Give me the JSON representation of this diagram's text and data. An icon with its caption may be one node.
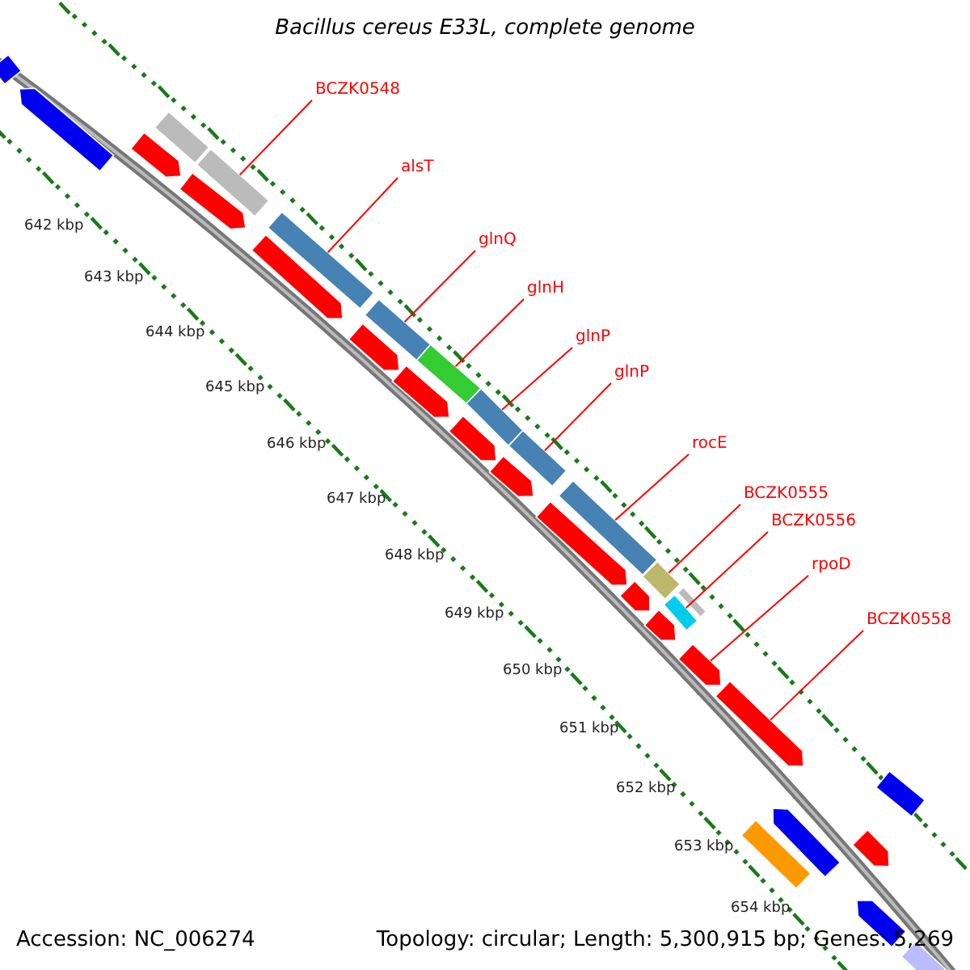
{
  "diagram": {
    "title": "Bacillus cereus E33L, complete genome",
    "nodes": [
      {
        "text": [
          "BCZK0548"
        ]
      },
      {
        "text": [
          "alsT"
        ]
      },
      {
        "text": [
          "glnQ"
        ]
      },
      {
        "text": [
          "glnH"
        ]
      },
      {
        "text": [
          "glnP"
        ]
      },
      {
        "text": [
          "glnP"
        ]
      },
      {
        "text": [
          "rocE"
        ]
      },
      {
        "text": [
          "BCZK0555"
        ]
      },
      {
        "text": [
          "BCZK0556"
        ]
      },
      {
        "text": [
          "rpoD"
        ]
      },
      {
        "text": [
          "BCZK0558"
        ]
      },
      {
        "text": [],
        "shape": "bar"
      },
      {
        "text": [],
        "shape": "bar"
      },
      {
        "text": [],
        "shape": "bar"
      },
      {
        "text": [],
        "shape": "bar"
      },
      {
        "text": [],
        "shape": "bar"
      },
      {
        "text": [],
        "shape": "bar"
      },
      {
        "text": [],
        "shape": "bar"
      },
      {
        "text": [],
        "shape": "bar"
      },
      {
        "text": [],
        "shape": "bar"
      },
      {
        "text": [],
        "shape": "bar"
      },
      {
        "text": [],
        "shape": "bar"
      },
      {
        "text": [],
        "shape": "bar"
      },
      {
        "text": [],
        "shape": "bar"
      },
      {
        "text": [],
        "shape": "bar"
      },
      {
        "text": [],
        "shape": "bar"
      },
      {
        "text": [],
        "shape": "bar"
      },
      {
        "text": [],
        "shape": "bar"
      },
      {
        "text": [],
        "shape": "bar"
      },
      {
        "text": [],
        "shape": "bar"
      },
      {
        "text": [],
        "shape": "bar"
      },
      {
        "text": [],
        "shape": "bar"
      },
      {
        "text": [],
        "shape": "bar"
      },
      {
        "text": [],
        "shape": "bar"
      },
      {
        "text": [],
        "shape": "bar"
      },
      {
        "text": [],
        "shape": "bar"
      },
      {
        "text": [],
        "shape": "bar"
      },
      {
        "text": [],
        "shape": "bar"
      },
      {
        "text": [],
        "shape": "bar"
      },
      {
        "text": [],
        "shape": "bar"
      },
      {
        "text": [],
        "shape": "bar"
      },
      {
        "text": [],
        "shape": "bar"
      }
    ],
    "edges": [
      {
        "from": 0,
        "to": 15,
        "arrow": "none"
      },
      {
        "from": 1,
        "to": 17,
        "arrow": "none"
      },
      {
        "from": 2,
        "to": 19,
        "arrow": "none"
      },
      {
        "from": 3,
        "to": 21,
        "arrow": "none"
      },
      {
        "from": 4,
        "to": 23,
        "arrow": "none"
      },
      {
        "from": 5,
        "to": 25,
        "arrow": "none"
      },
      {
        "from": 6,
        "to": 27,
        "arrow": "none"
      },
      {
        "from": 7,
        "to": 29,
        "arrow": "none"
      },
      {
        "from": 8,
        "to": 31,
        "arrow": "none"
      },
      {
        "from": 9,
        "to": 34,
        "arrow": "none"
      },
      {
        "from": 10,
        "to": 35,
        "arrow": "none"
      }
    ],
    "labels": [
      "642 kbp",
      "643 kbp",
      "644 kbp",
      "645 kbp",
      "646 kbp",
      "647 kbp",
      "648 kbp",
      "649 kbp",
      "650 kbp",
      "651 kbp",
      "652 kbp",
      "653 kbp",
      "654 kbp",
      "Accession: NC_006274",
      "Topology: circular; Length: 5,300,915 bp; Genes: 5,269"
    ]
  }
}
